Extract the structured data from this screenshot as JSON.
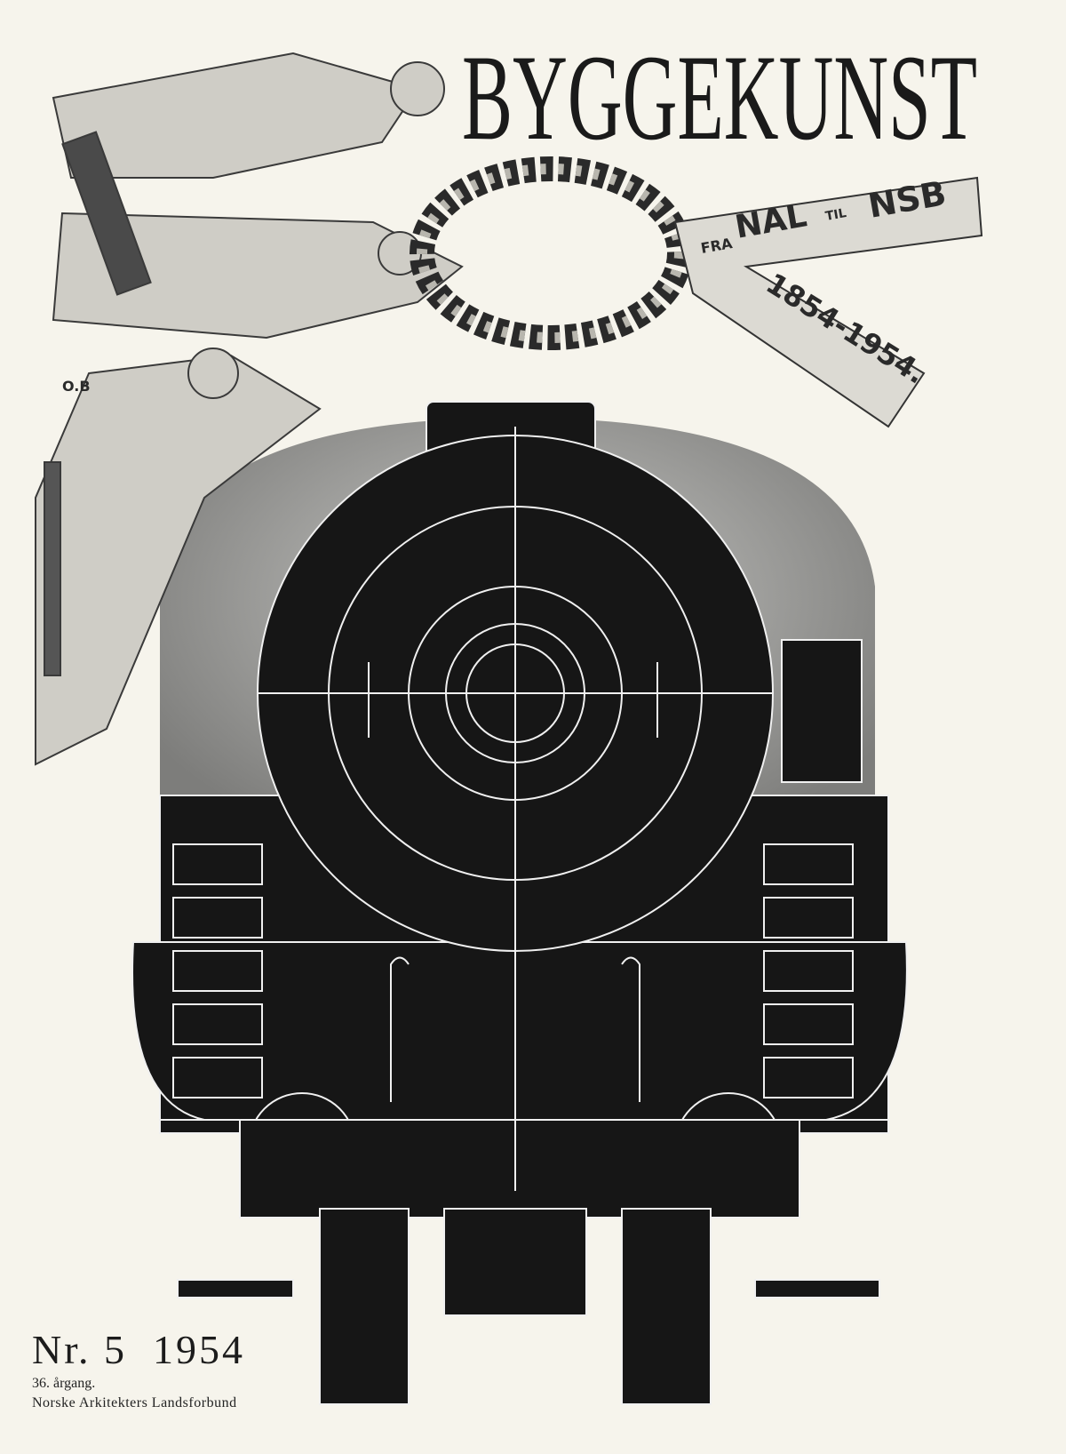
{
  "masthead": {
    "title": "BYGGEKUNST"
  },
  "illustration": {
    "banner_line1_prefix": "FRA",
    "banner_line1_a": "NAL",
    "banner_line1_mid": "TIL",
    "banner_line1_b": "NSB",
    "banner_years": "1854-1954.",
    "artist_initials": "O.B"
  },
  "footer": {
    "issue": "Nr. 5  1954",
    "volume": "36. årgang.",
    "publisher": "Norske Arkitekters Landsforbund"
  }
}
